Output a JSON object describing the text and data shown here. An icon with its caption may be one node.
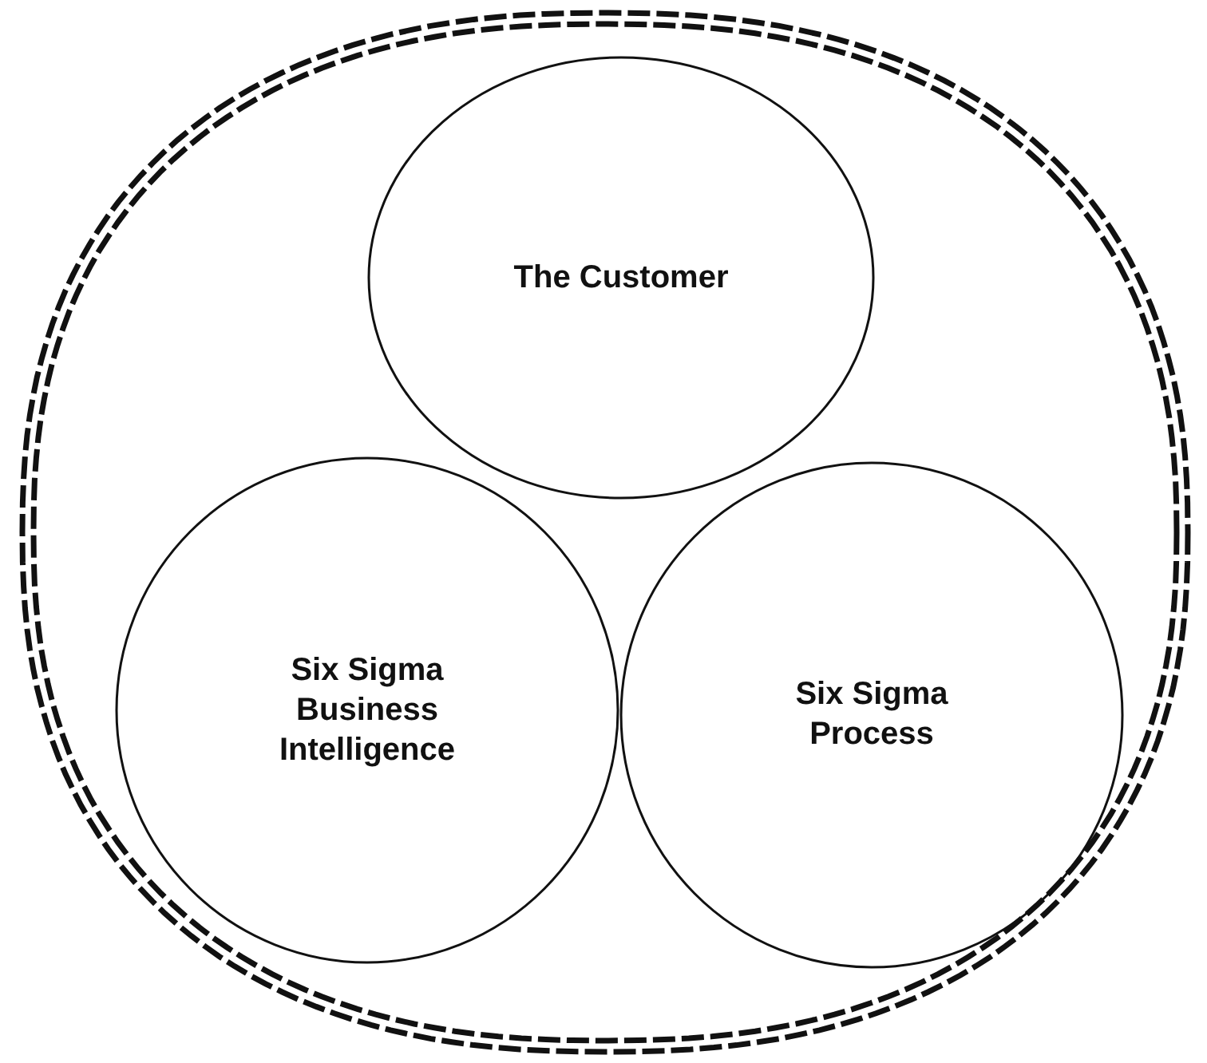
{
  "diagram": {
    "nodes": [
      {
        "text": [],
        "shape": "ellipse"
      },
      {
        "text": [
          "The Customer"
        ],
        "in": 0
      },
      {
        "text": [
          "Six Sigma Business Intelligence"
        ],
        "in": 0
      },
      {
        "text": [
          "Six Sigma Process"
        ],
        "in": 0
      }
    ]
  }
}
